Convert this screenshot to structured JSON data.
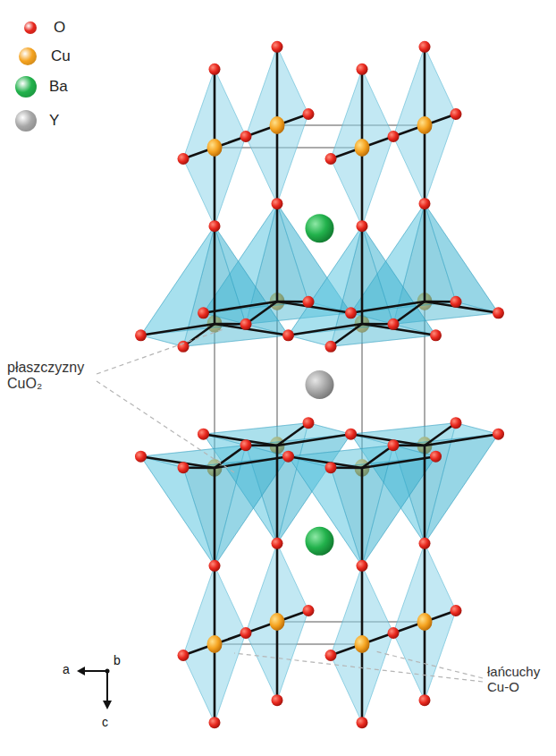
{
  "diagram": {
    "labels": [
      "płaszczyzny CuO₂",
      "łańcuchy Cu-O",
      "a",
      "b",
      "c"
    ],
    "legend": [
      {
        "text": "O",
        "color": "#e8281e"
      },
      {
        "text": "Cu",
        "color": "#f5a320"
      },
      {
        "text": "Ba",
        "color": "#22b24c"
      },
      {
        "text": "Y",
        "color": "#a8a8a8"
      }
    ]
  }
}
